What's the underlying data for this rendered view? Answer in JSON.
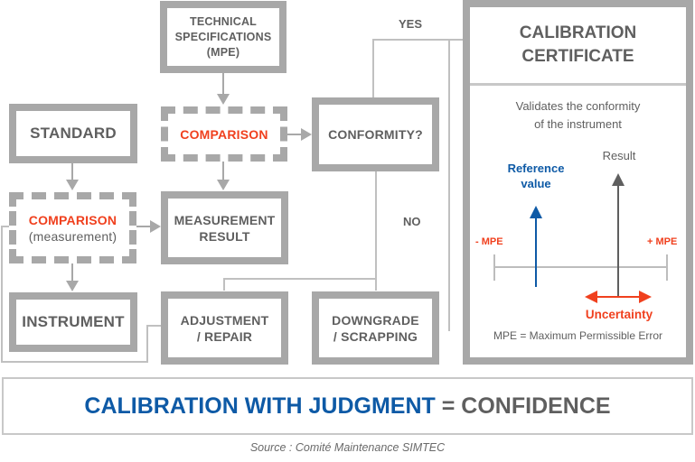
{
  "diagram": {
    "nodes": {
      "technical_specifications": {
        "line1": "TECHNICAL",
        "line2": "SPECIFICATIONS",
        "line3": "(MPE)"
      },
      "comparison_top": {
        "label": "COMPARISON"
      },
      "conformity": {
        "label": "CONFORMITY?"
      },
      "standard": {
        "label": "STANDARD"
      },
      "comparison_measurement": {
        "label": "COMPARISON",
        "sublabel": "(measurement)"
      },
      "measurement_result": {
        "line1": "MEASUREMENT",
        "line2": "RESULT"
      },
      "instrument": {
        "label": "INSTRUMENT"
      },
      "adjustment_repair": {
        "line1": "ADJUSTMENT",
        "line2": "/ REPAIR"
      },
      "downgrade_scrapping": {
        "line1": "DOWNGRADE",
        "line2": "/ SCRAPPING"
      }
    },
    "edge_labels": {
      "yes": "YES",
      "no": "NO"
    }
  },
  "certificate": {
    "title_line1": "CALIBRATION",
    "title_line2": "CERTIFICATE",
    "desc_line1": "Validates the conformity",
    "desc_line2": "of the instrument",
    "result_label": "Result",
    "reference_line1": "Reference",
    "reference_line2": "value",
    "minus_mpe": "- MPE",
    "plus_mpe": "+ MPE",
    "uncertainty": "Uncertainty",
    "footnote": "MPE = Maximum Permissible Error"
  },
  "banner": {
    "part1": "CALIBRATION WITH JUDGMENT",
    "part2": " = CONFIDENCE"
  },
  "source": "Source : Comité Maintenance SIMTEC",
  "colors": {
    "box_border": "#a8a8a8",
    "text": "#5f5f5f",
    "accent_red": "#f0401e",
    "accent_blue": "#0e5aa6"
  }
}
